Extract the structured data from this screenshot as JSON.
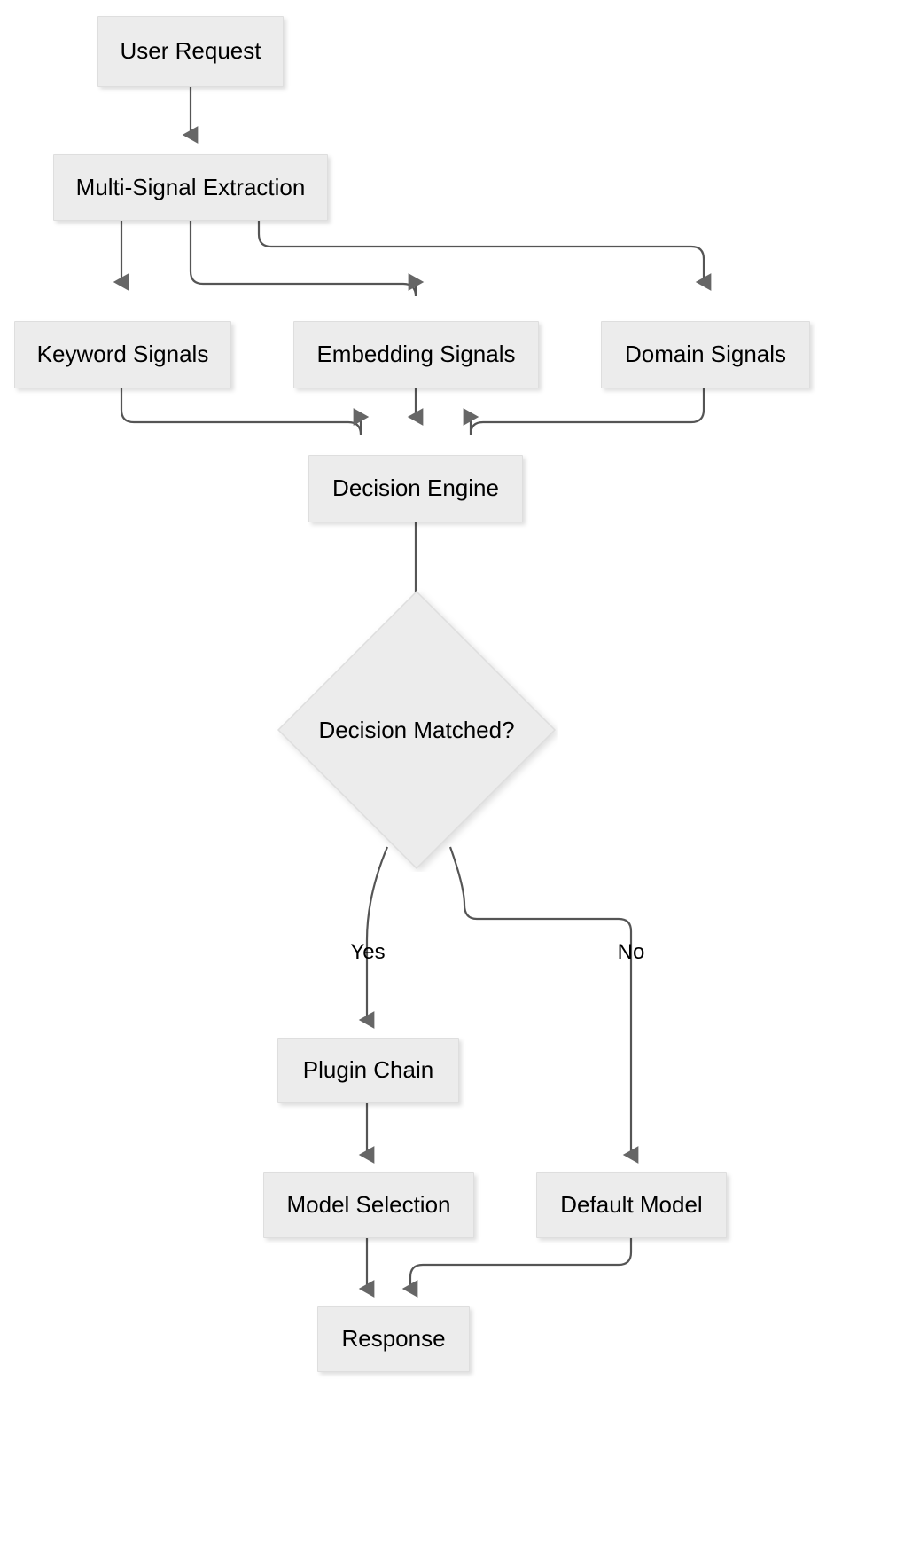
{
  "diagram": {
    "type": "flowchart",
    "orientation": "top-to-bottom",
    "background_color": "#FFFFFF",
    "node_fill_color": "#ECECEC",
    "node_border_color": "#DEDEDE",
    "edge_color": "#555555",
    "text_color": "#000000",
    "nodes": [
      {
        "id": "user_request",
        "label": "User Request",
        "shape": "rect"
      },
      {
        "id": "multi_signal",
        "label": "Multi-Signal Extraction",
        "shape": "rect"
      },
      {
        "id": "keyword",
        "label": "Keyword Signals",
        "shape": "rect"
      },
      {
        "id": "embedding",
        "label": "Embedding Signals",
        "shape": "rect"
      },
      {
        "id": "domain",
        "label": "Domain Signals",
        "shape": "rect"
      },
      {
        "id": "decision_eng",
        "label": "Decision Engine",
        "shape": "rect"
      },
      {
        "id": "decision_q",
        "label": "Decision Matched?",
        "shape": "diamond"
      },
      {
        "id": "plugin_chain",
        "label": "Plugin Chain",
        "shape": "rect"
      },
      {
        "id": "model_select",
        "label": "Model Selection",
        "shape": "rect"
      },
      {
        "id": "default_model",
        "label": "Default Model",
        "shape": "rect"
      },
      {
        "id": "response",
        "label": "Response",
        "shape": "rect"
      }
    ],
    "edges": [
      {
        "from": "user_request",
        "to": "multi_signal",
        "label": ""
      },
      {
        "from": "multi_signal",
        "to": "keyword",
        "label": ""
      },
      {
        "from": "multi_signal",
        "to": "embedding",
        "label": ""
      },
      {
        "from": "multi_signal",
        "to": "domain",
        "label": ""
      },
      {
        "from": "keyword",
        "to": "decision_eng",
        "label": ""
      },
      {
        "from": "embedding",
        "to": "decision_eng",
        "label": ""
      },
      {
        "from": "domain",
        "to": "decision_eng",
        "label": ""
      },
      {
        "from": "decision_eng",
        "to": "decision_q",
        "label": ""
      },
      {
        "from": "decision_q",
        "to": "plugin_chain",
        "label": "Yes"
      },
      {
        "from": "decision_q",
        "to": "default_model",
        "label": "No"
      },
      {
        "from": "plugin_chain",
        "to": "model_select",
        "label": ""
      },
      {
        "from": "model_select",
        "to": "response",
        "label": ""
      },
      {
        "from": "default_model",
        "to": "response",
        "label": ""
      }
    ],
    "edge_labels": {
      "yes": "Yes",
      "no": "No"
    }
  }
}
